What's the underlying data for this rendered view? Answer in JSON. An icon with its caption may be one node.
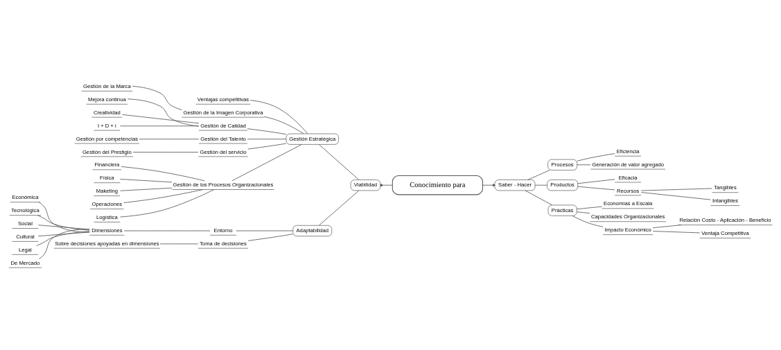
{
  "diagram": {
    "nodes": [
      {
        "text": [
          "Conocimiento para"
        ]
      },
      {
        "text": [
          "Saber - Hacer"
        ]
      },
      {
        "text": [
          "Procesos"
        ]
      },
      {
        "text": [
          "Eficiencia"
        ]
      },
      {
        "text": [
          "Generación de valor agregado"
        ]
      },
      {
        "text": [
          "Productos"
        ]
      },
      {
        "text": [
          "Eficacia"
        ]
      },
      {
        "text": [
          "Recursos"
        ]
      },
      {
        "text": [
          "Tangibles"
        ]
      },
      {
        "text": [
          "Intangibles"
        ]
      },
      {
        "text": [
          "Prácticas"
        ]
      },
      {
        "text": [
          "Economías a Escala"
        ]
      },
      {
        "text": [
          "Capacidades Organizacionales"
        ]
      },
      {
        "text": [
          "Impacto Económico"
        ]
      },
      {
        "text": [
          "Relación Costo - Aplicación - Beneficio"
        ]
      },
      {
        "text": [
          "Ventaja Competitiva"
        ]
      },
      {
        "text": [
          "Viabilidad"
        ]
      },
      {
        "text": [
          "Gestión Estratégica"
        ]
      },
      {
        "text": [
          "Ventajas competitivas"
        ]
      },
      {
        "text": [
          "Gestión de la Imagen Corporativa"
        ]
      },
      {
        "text": [
          "Gestión de la Marca"
        ]
      },
      {
        "text": [
          "Gestión de Calidad"
        ]
      },
      {
        "text": [
          "Mejora continua"
        ]
      },
      {
        "text": [
          "Creatividad"
        ]
      },
      {
        "text": [
          "I + D + i"
        ]
      },
      {
        "text": [
          "Gestión del Talento"
        ]
      },
      {
        "text": [
          "Gestión por competencias"
        ]
      },
      {
        "text": [
          "Gestión del servicio"
        ]
      },
      {
        "text": [
          "Gestión del Prestigio"
        ]
      },
      {
        "text": [
          "Gestión de los Procesos Organizacionales"
        ]
      },
      {
        "text": [
          "Financiera"
        ]
      },
      {
        "text": [
          "Física"
        ]
      },
      {
        "text": [
          "Maketing"
        ]
      },
      {
        "text": [
          "Operaciones"
        ]
      },
      {
        "text": [
          "Logística"
        ]
      },
      {
        "text": [
          "Adaptabilidad"
        ]
      },
      {
        "text": [
          "Entorno"
        ]
      },
      {
        "text": [
          "Dimensiones"
        ]
      },
      {
        "text": [
          "Económica"
        ]
      },
      {
        "text": [
          "Tecnológica"
        ]
      },
      {
        "text": [
          "Social"
        ]
      },
      {
        "text": [
          "Cultural"
        ]
      },
      {
        "text": [
          "Legal"
        ]
      },
      {
        "text": [
          "De Mercado"
        ]
      },
      {
        "text": [
          "Toma de decisiones"
        ]
      },
      {
        "text": [
          "Sobre decisiones apoyadas en dimensiones"
        ]
      }
    ],
    "edges": [
      {
        "from": 0,
        "to": 1,
        "arrow": "other"
      },
      {
        "from": 1,
        "to": 2,
        "arrow": "none"
      },
      {
        "from": 2,
        "to": 3,
        "arrow": "none"
      },
      {
        "from": 2,
        "to": 4,
        "arrow": "none"
      },
      {
        "from": 1,
        "to": 5,
        "arrow": "none"
      },
      {
        "from": 5,
        "to": 6,
        "arrow": "none"
      },
      {
        "from": 5,
        "to": 7,
        "arrow": "none"
      },
      {
        "from": 7,
        "to": 8,
        "arrow": "none"
      },
      {
        "from": 7,
        "to": 9,
        "arrow": "none"
      },
      {
        "from": 1,
        "to": 10,
        "arrow": "none"
      },
      {
        "from": 10,
        "to": 11,
        "arrow": "none"
      },
      {
        "from": 10,
        "to": 12,
        "arrow": "none"
      },
      {
        "from": 10,
        "to": 13,
        "arrow": "none"
      },
      {
        "from": 13,
        "to": 14,
        "arrow": "none"
      },
      {
        "from": 13,
        "to": 15,
        "arrow": "none"
      },
      {
        "from": 0,
        "to": 16,
        "arrow": "other"
      },
      {
        "from": 16,
        "to": 17,
        "arrow": "none"
      },
      {
        "from": 17,
        "to": 18,
        "arrow": "none"
      },
      {
        "from": 17,
        "to": 19,
        "arrow": "none"
      },
      {
        "from": 19,
        "to": 20,
        "arrow": "none"
      },
      {
        "from": 17,
        "to": 21,
        "arrow": "none"
      },
      {
        "from": 21,
        "to": 22,
        "arrow": "none"
      },
      {
        "from": 21,
        "to": 23,
        "arrow": "none"
      },
      {
        "from": 21,
        "to": 24,
        "arrow": "none"
      },
      {
        "from": 17,
        "to": 25,
        "arrow": "none"
      },
      {
        "from": 25,
        "to": 26,
        "arrow": "none"
      },
      {
        "from": 17,
        "to": 27,
        "arrow": "none"
      },
      {
        "from": 27,
        "to": 28,
        "arrow": "none"
      },
      {
        "from": 17,
        "to": 29,
        "arrow": "none"
      },
      {
        "from": 29,
        "to": 30,
        "arrow": "none"
      },
      {
        "from": 29,
        "to": 31,
        "arrow": "none"
      },
      {
        "from": 29,
        "to": 32,
        "arrow": "none"
      },
      {
        "from": 29,
        "to": 33,
        "arrow": "none"
      },
      {
        "from": 29,
        "to": 34,
        "arrow": "none"
      },
      {
        "from": 16,
        "to": 35,
        "arrow": "none"
      },
      {
        "from": 35,
        "to": 36,
        "arrow": "none"
      },
      {
        "from": 36,
        "to": 37,
        "arrow": "none"
      },
      {
        "from": 37,
        "to": 38,
        "arrow": "none"
      },
      {
        "from": 37,
        "to": 39,
        "arrow": "none"
      },
      {
        "from": 37,
        "to": 40,
        "arrow": "none"
      },
      {
        "from": 37,
        "to": 41,
        "arrow": "none"
      },
      {
        "from": 37,
        "to": 42,
        "arrow": "none"
      },
      {
        "from": 37,
        "to": 43,
        "arrow": "none"
      },
      {
        "from": 35,
        "to": 44,
        "arrow": "none"
      },
      {
        "from": 44,
        "to": 45,
        "arrow": "none"
      }
    ]
  }
}
